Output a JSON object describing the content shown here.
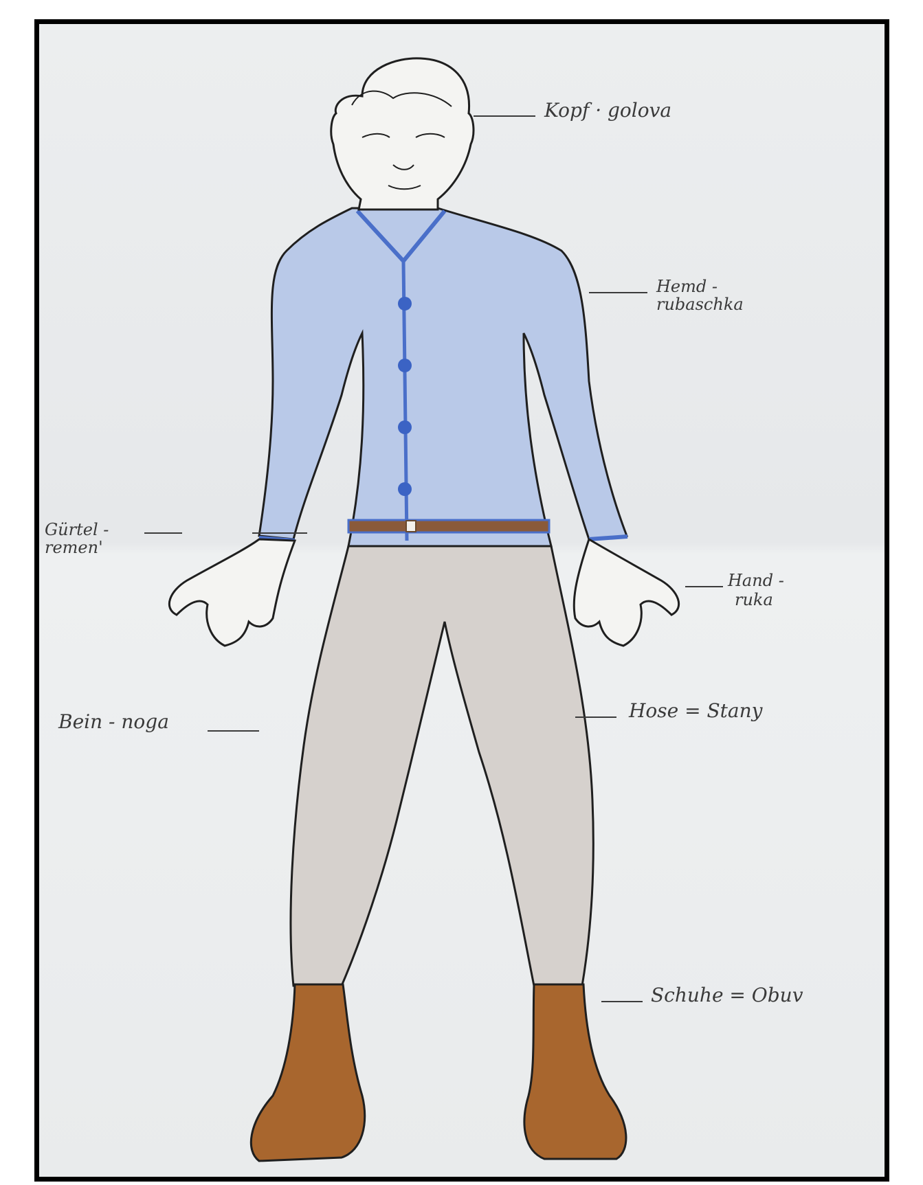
{
  "labels": {
    "kopf": "Kopf · golova",
    "hemd_line1": "Hemd -",
    "hemd_line2": "rubaschka",
    "guertel_line1": "Gürtel -",
    "guertel_line2": "remen'",
    "hand_line1": "Hand -",
    "hand_line2": "ruka",
    "bein": "Bein - noga",
    "hose": "Hose = Stany",
    "schuhe": "Schuhe = Obuv"
  },
  "colors": {
    "paper": "#e9ebec",
    "shirt": "#b9c9e8",
    "shirt_outline": "#4a6fc9",
    "belt": "#8a5a3a",
    "trousers": "#d6d1cd",
    "shoes": "#a8662e",
    "outline": "#1f1f1f"
  }
}
